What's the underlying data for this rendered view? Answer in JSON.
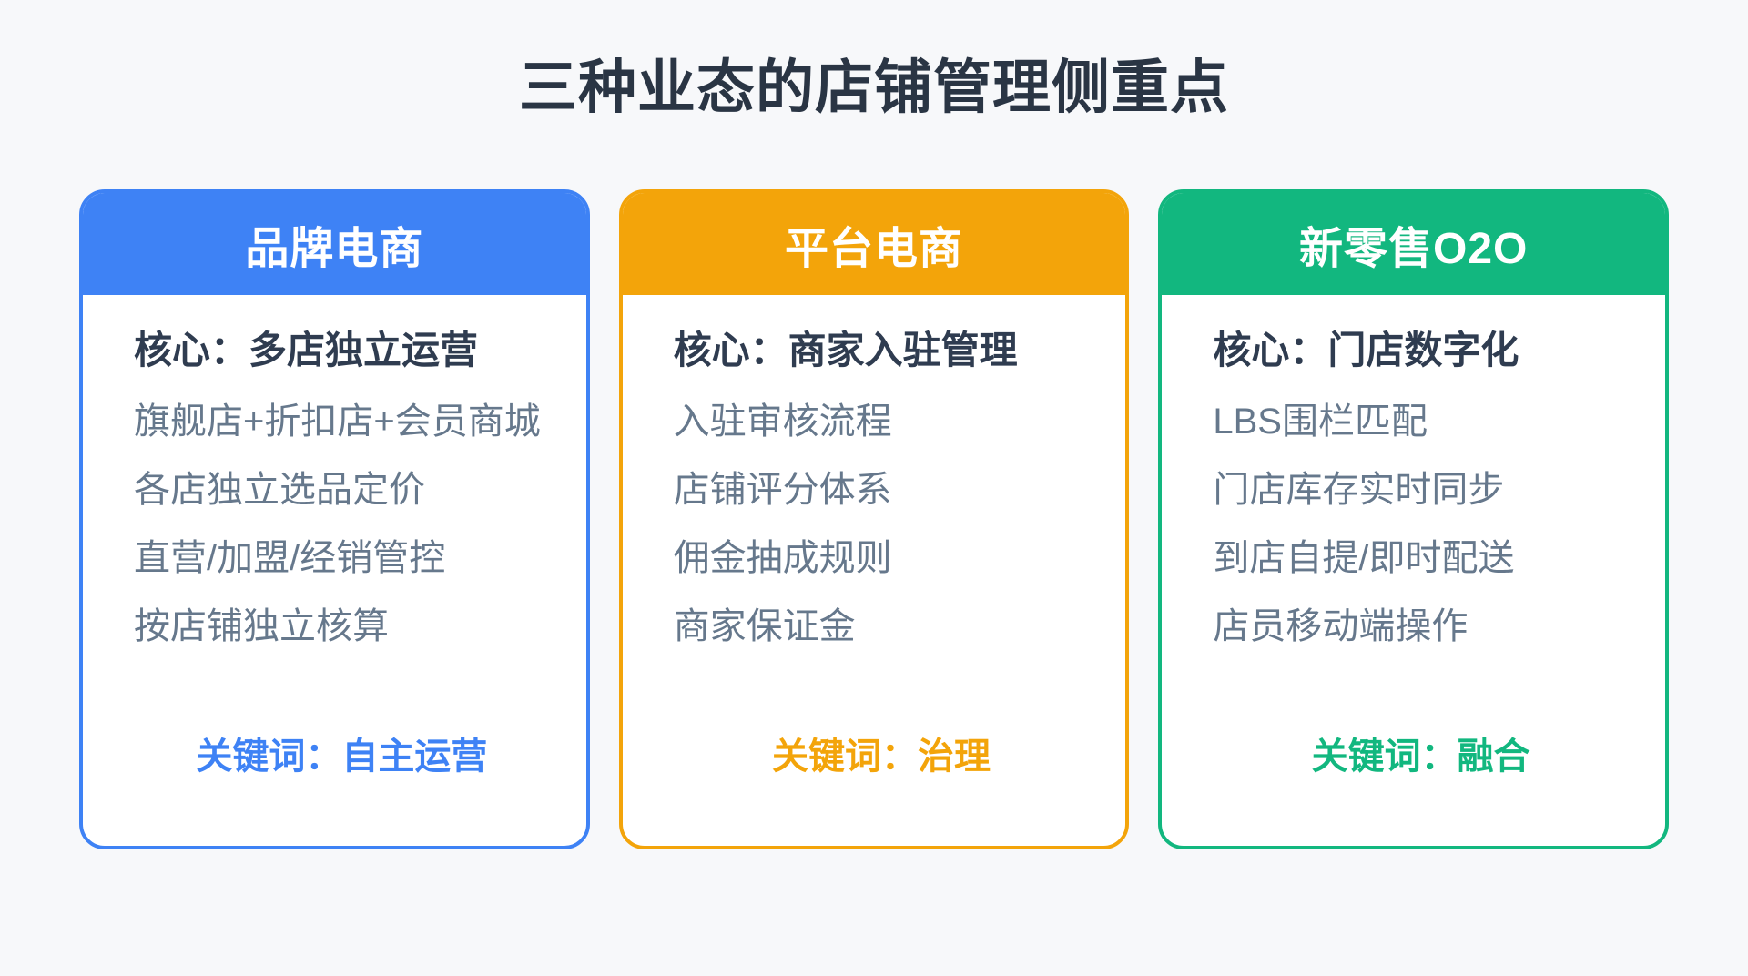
{
  "page": {
    "title": "三种业态的店铺管理侧重点",
    "background_color": "#F7F8FA",
    "title_color": "#2A3544"
  },
  "text_colors": {
    "core_text": "#2F3C50",
    "feature_text": "#66788C"
  },
  "cards": [
    {
      "id": "brand-ecommerce",
      "header": "品牌电商",
      "accent_color": "#3E82F5",
      "core": "核心：多店独立运营",
      "features": [
        "旗舰店+折扣店+会员商城",
        "各店独立选品定价",
        "直营/加盟/经销管控",
        "按店铺独立核算"
      ],
      "keyword": "关键词：自主运营"
    },
    {
      "id": "platform-ecommerce",
      "header": "平台电商",
      "accent_color": "#F3A40A",
      "core": "核心：商家入驻管理",
      "features": [
        "入驻审核流程",
        "店铺评分体系",
        "佣金抽成规则",
        "商家保证金"
      ],
      "keyword": "关键词：治理"
    },
    {
      "id": "new-retail-o2o",
      "header": "新零售O2O",
      "accent_color": "#12B77F",
      "core": "核心：门店数字化",
      "features": [
        "LBS围栏匹配",
        "门店库存实时同步",
        "到店自提/即时配送",
        "店员移动端操作"
      ],
      "keyword": "关键词：融合"
    }
  ]
}
